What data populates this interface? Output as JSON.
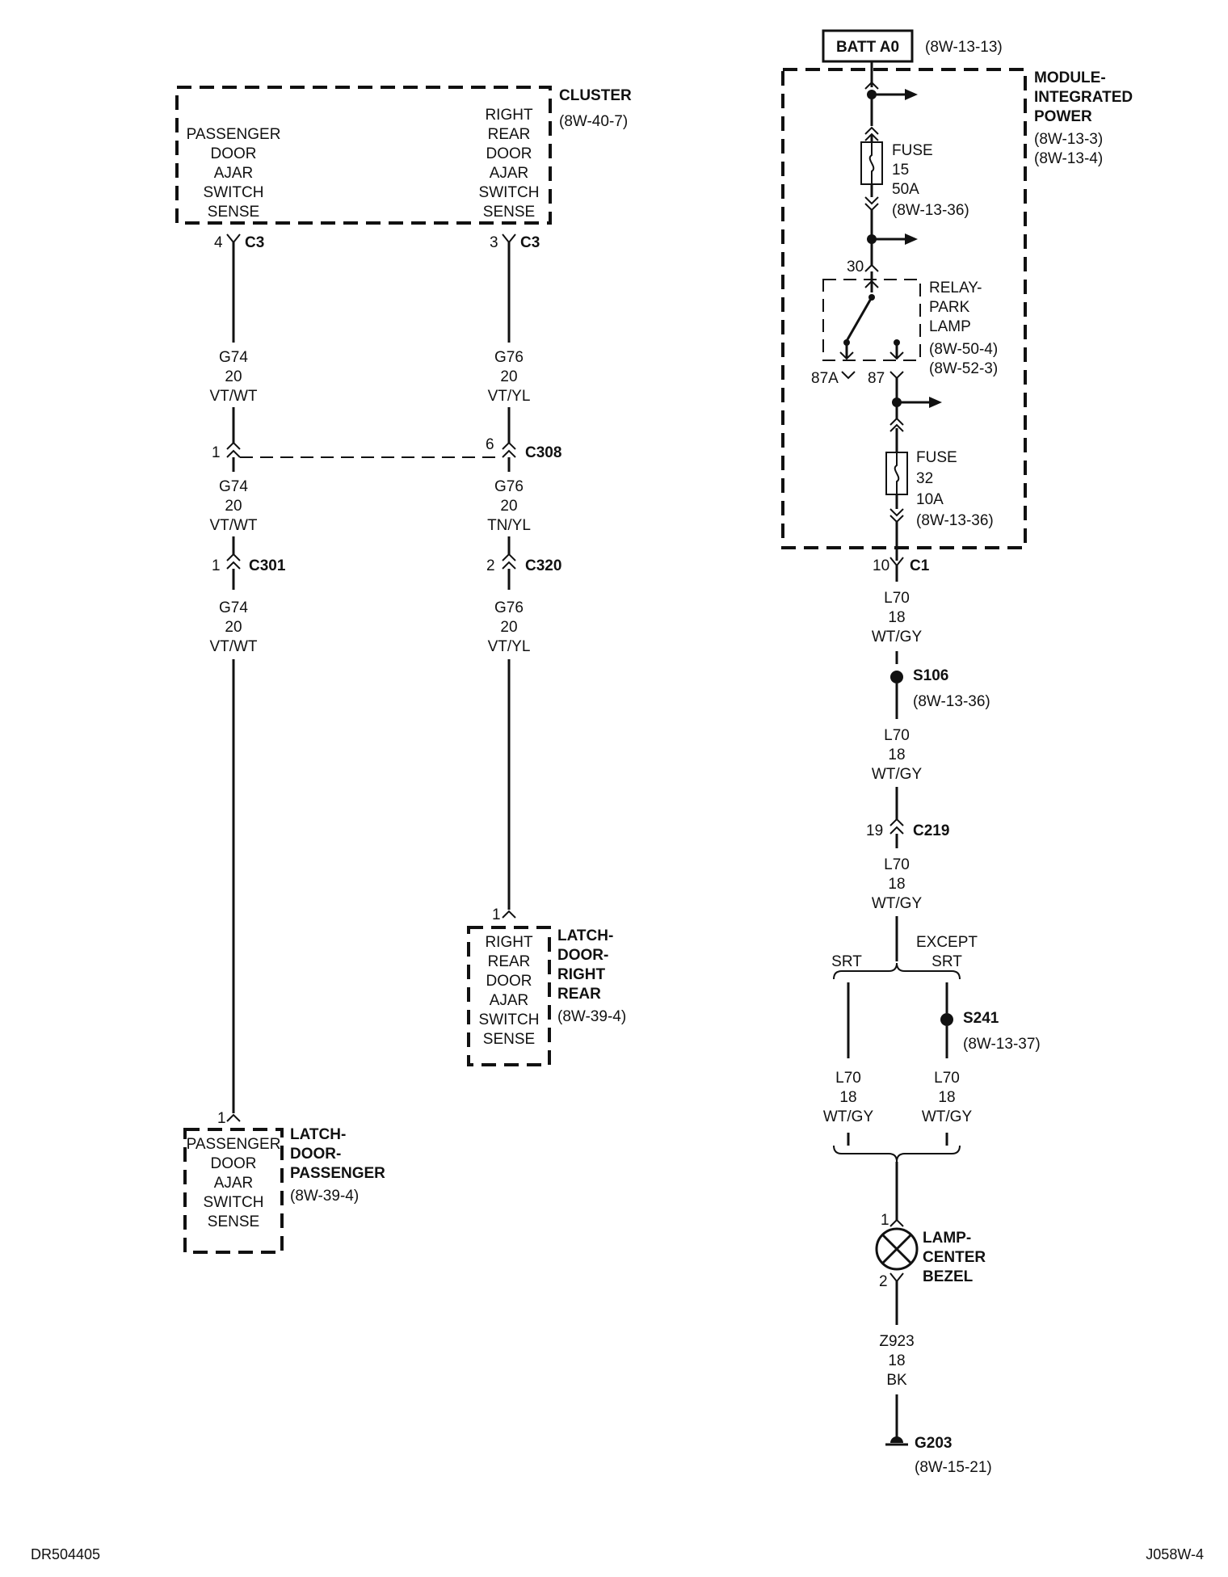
{
  "cluster": {
    "name": "CLUSTER",
    "ref": "(8W-40-7)",
    "pin_left_lines": [
      "PASSENGER",
      "DOOR",
      "AJAR",
      "SWITCH",
      "SENSE"
    ],
    "pin_right_lines": [
      "RIGHT",
      "REAR",
      "DOOR",
      "AJAR",
      "SWITCH",
      "SENSE"
    ],
    "left_cavity": "4",
    "right_cavity": "3",
    "connector": "C3"
  },
  "wires": {
    "g74_a": [
      "G74",
      "20",
      "VT/WT"
    ],
    "g76_a": [
      "G76",
      "20",
      "VT/YL"
    ],
    "g74_b": [
      "G74",
      "20",
      "VT/WT"
    ],
    "g76_b": [
      "G76",
      "20",
      "TN/YL"
    ],
    "g74_c": [
      "G74",
      "20",
      "VT/WT"
    ],
    "g76_c": [
      "G76",
      "20",
      "VT/YL"
    ],
    "l70_a": [
      "L70",
      "18",
      "WT/GY"
    ],
    "l70_b": [
      "L70",
      "18",
      "WT/GY"
    ],
    "l70_c": [
      "L70",
      "18",
      "WT/GY"
    ],
    "l70_srt": [
      "L70",
      "18",
      "WT/GY"
    ],
    "l70_except": [
      "L70",
      "18",
      "WT/GY"
    ],
    "z923": [
      "Z923",
      "18",
      "BK"
    ]
  },
  "connectors": {
    "c308": {
      "name": "C308",
      "left_pin": "1",
      "right_pin": "6"
    },
    "c301": {
      "name": "C301",
      "pin": "1"
    },
    "c320": {
      "name": "C320",
      "pin": "2"
    },
    "c1": {
      "name": "C1",
      "pin": "10"
    },
    "c219": {
      "name": "C219",
      "pin": "19"
    }
  },
  "latch_right_rear": {
    "name_lines": [
      "LATCH-",
      "DOOR-",
      "RIGHT",
      "REAR"
    ],
    "ref": "(8W-39-4)",
    "pin": "1",
    "label_lines": [
      "RIGHT",
      "REAR",
      "DOOR",
      "AJAR",
      "SWITCH",
      "SENSE"
    ]
  },
  "latch_passenger": {
    "name_lines": [
      "LATCH-",
      "DOOR-",
      "PASSENGER"
    ],
    "ref": "(8W-39-4)",
    "pin": "1",
    "label_lines": [
      "PASSENGER",
      "DOOR",
      "AJAR",
      "SWITCH",
      "SENSE"
    ]
  },
  "batt": {
    "label": "BATT A0",
    "ref": "(8W-13-13)"
  },
  "module": {
    "name_lines": [
      "MODULE-",
      "INTEGRATED",
      "POWER"
    ],
    "refs": [
      "(8W-13-3)",
      "(8W-13-4)"
    ]
  },
  "fuse15": {
    "lines": [
      "FUSE",
      "15",
      "50A",
      "(8W-13-36)"
    ]
  },
  "relay": {
    "name_lines": [
      "RELAY-",
      "PARK",
      "LAMP"
    ],
    "refs": [
      "(8W-50-4)",
      "(8W-52-3)"
    ],
    "pin30": "30",
    "pin87a": "87A",
    "pin87": "87"
  },
  "fuse32": {
    "lines": [
      "FUSE",
      "32",
      "10A",
      "(8W-13-36)"
    ]
  },
  "s106": {
    "name": "S106",
    "ref": "(8W-13-36)"
  },
  "s241": {
    "name": "S241",
    "ref": "(8W-13-37)"
  },
  "options": {
    "left": "SRT",
    "right_lines": [
      "EXCEPT",
      "SRT"
    ]
  },
  "lamp": {
    "name_lines": [
      "LAMP-",
      "CENTER",
      "BEZEL"
    ],
    "pin_top": "1",
    "pin_bottom": "2"
  },
  "ground": {
    "name": "G203",
    "ref": "(8W-15-21)"
  },
  "footer": {
    "left": "DR504405",
    "right": "J058W-4"
  }
}
